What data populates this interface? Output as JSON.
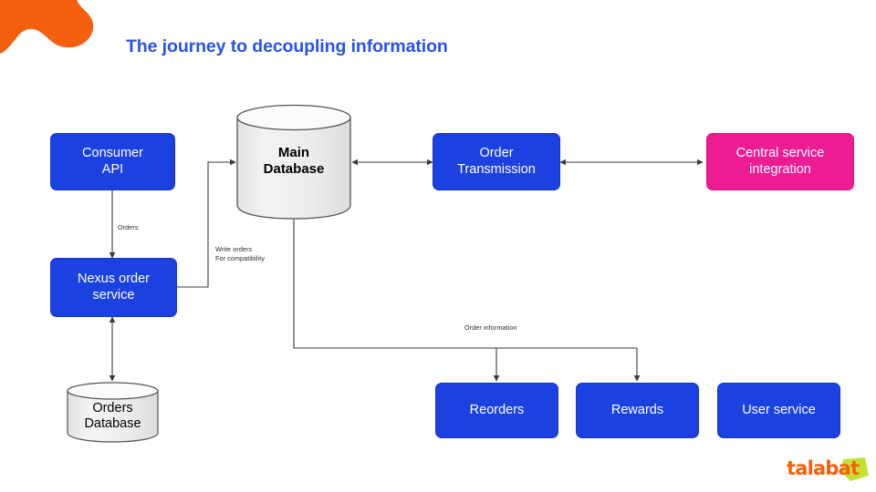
{
  "page": {
    "title": "The journey to decoupling information",
    "background": "#ffffff",
    "title_color": "#2a52e8",
    "blob_color": "#f4600d"
  },
  "diagram": {
    "nodes": [
      {
        "id": "consumer-api",
        "label": "Consumer\nAPI",
        "label_line1": "Consumer",
        "label_line2": "API",
        "shape": "rounded-rect",
        "color": "#1b41e0",
        "text_color": "#ffffff"
      },
      {
        "id": "main-database",
        "label": "Main\nDatabase",
        "label_line1": "Main",
        "label_line2": "Database",
        "shape": "cylinder",
        "color": "#eeeeee",
        "text_color": "#000000"
      },
      {
        "id": "order-transmission",
        "label": "Order\nTransmission",
        "label_line1": "Order",
        "label_line2": "Transmission",
        "shape": "rounded-rect",
        "color": "#1b41e0",
        "text_color": "#ffffff"
      },
      {
        "id": "central-service",
        "label": "Central service\nintegration",
        "label_line1": "Central service",
        "label_line2": "integration",
        "shape": "rounded-rect",
        "color": "#ec1c93",
        "text_color": "#ffffff"
      },
      {
        "id": "nexus-order-service",
        "label": "Nexus order\nservice",
        "label_line1": "Nexus order",
        "label_line2": "service",
        "shape": "rounded-rect",
        "color": "#1b41e0",
        "text_color": "#ffffff"
      },
      {
        "id": "orders-database",
        "label": "Orders\nDatabase",
        "label_line1": "Orders",
        "label_line2": "Database",
        "shape": "cylinder",
        "color": "#eeeeee",
        "text_color": "#000000"
      },
      {
        "id": "reorders",
        "label": "Reorders",
        "label_line1": "Reorders",
        "label_line2": "",
        "shape": "rounded-rect",
        "color": "#1b41e0",
        "text_color": "#ffffff"
      },
      {
        "id": "rewards",
        "label": "Rewards",
        "label_line1": "Rewards",
        "label_line2": "",
        "shape": "rounded-rect",
        "color": "#1b41e0",
        "text_color": "#ffffff"
      },
      {
        "id": "user-service",
        "label": "User service",
        "label_line1": "User service",
        "label_line2": "",
        "shape": "rounded-rect",
        "color": "#1b41e0",
        "text_color": "#ffffff"
      }
    ],
    "edges": [
      {
        "id": "consumer-to-nexus",
        "from": "consumer-api",
        "to": "nexus-order-service",
        "label": "Orders",
        "arrow": "single"
      },
      {
        "id": "nexus-to-main-db",
        "from": "nexus-order-service",
        "to": "main-database",
        "label": "Write orders\nFor compatibility",
        "label_line1": "Write orders",
        "label_line2": "For compatibility",
        "arrow": "single"
      },
      {
        "id": "nexus-to-orders-db",
        "from": "nexus-order-service",
        "to": "orders-database",
        "label": "",
        "arrow": "double"
      },
      {
        "id": "main-db-to-transmission",
        "from": "main-database",
        "to": "order-transmission",
        "label": "",
        "arrow": "double"
      },
      {
        "id": "transmission-to-central",
        "from": "order-transmission",
        "to": "central-service",
        "label": "",
        "arrow": "double"
      },
      {
        "id": "main-db-to-consumers",
        "from": "main-database",
        "to": "reorders, rewards",
        "label": "Order information",
        "arrow": "single"
      }
    ],
    "edge_labels": {
      "orders": "Orders",
      "write_orders_line1": "Write orders",
      "write_orders_line2": "For compatibility",
      "order_information": "Order information"
    }
  },
  "logo": {
    "text": "talabat",
    "text_color": "#f4600d",
    "accent_color": "#c3e033"
  }
}
